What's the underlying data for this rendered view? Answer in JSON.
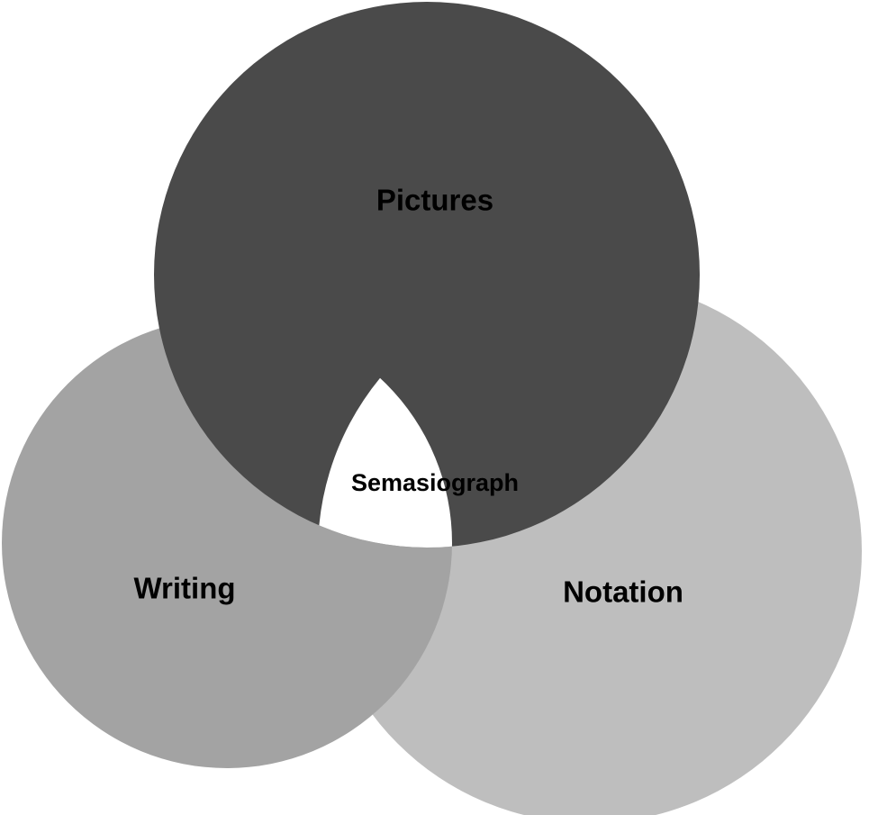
{
  "diagram": {
    "circles": [
      {
        "key": "pictures",
        "label": "Pictures",
        "color": "#4a4a4a"
      },
      {
        "key": "writing",
        "label": "Writing",
        "color": "#a3a3a3"
      },
      {
        "key": "notation",
        "label": "Notation",
        "color": "#bebebe"
      }
    ],
    "center_label": "Semasiograph",
    "background": "#ffffff"
  }
}
